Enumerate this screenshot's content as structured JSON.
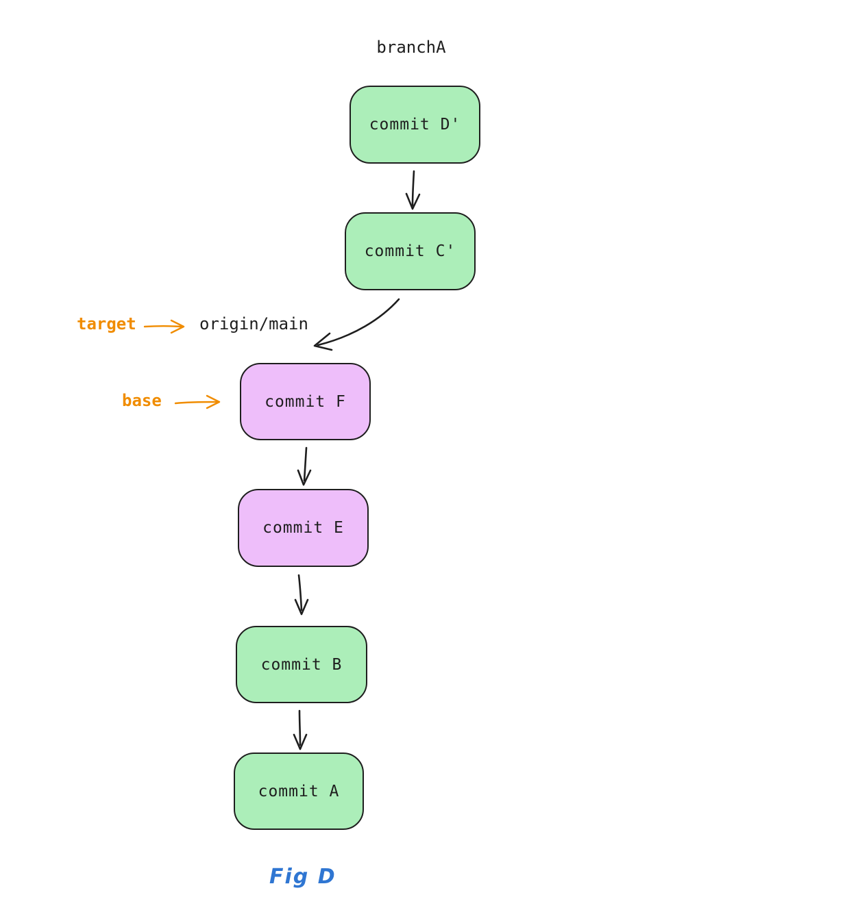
{
  "branch": {
    "label": "branchA"
  },
  "annotations": {
    "target_label": "target",
    "base_label": "base",
    "origin_main_label": "origin/main"
  },
  "figure": {
    "label": "Fig D"
  },
  "nodes": [
    {
      "id": "commit-d-prime",
      "label": "commit D'",
      "fill": "green"
    },
    {
      "id": "commit-c-prime",
      "label": "commit C'",
      "fill": "green"
    },
    {
      "id": "commit-f",
      "label": "commit F",
      "fill": "purple"
    },
    {
      "id": "commit-e",
      "label": "commit E",
      "fill": "purple"
    },
    {
      "id": "commit-b",
      "label": "commit B",
      "fill": "green"
    },
    {
      "id": "commit-a",
      "label": "commit A",
      "fill": "green"
    }
  ],
  "edges": [
    {
      "from": "commit-d-prime",
      "to": "commit-c-prime",
      "style": "straight"
    },
    {
      "from": "commit-c-prime",
      "to": "commit-f",
      "style": "curved"
    },
    {
      "from": "commit-f",
      "to": "commit-e",
      "style": "straight"
    },
    {
      "from": "commit-e",
      "to": "commit-b",
      "style": "straight"
    },
    {
      "from": "commit-b",
      "to": "commit-a",
      "style": "straight"
    }
  ],
  "colors": {
    "green_fill": "#aceeb9",
    "purple_fill": "#eebefa",
    "stroke": "#1e1e1e",
    "accent_orange": "#f08c00",
    "fig_blue": "#2f76d2",
    "background": "#ffffff"
  }
}
